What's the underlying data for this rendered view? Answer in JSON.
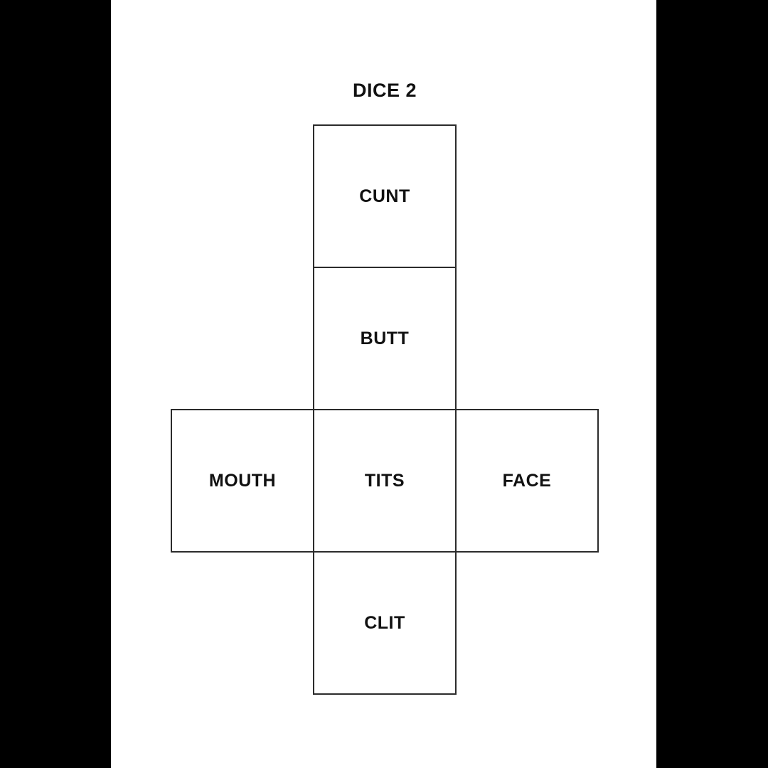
{
  "title": "DICE 2",
  "net": {
    "faces": [
      {
        "id": "cunt",
        "label": "CUNT"
      },
      {
        "id": "butt",
        "label": "BUTT"
      },
      {
        "id": "mouth",
        "label": "MOUTH"
      },
      {
        "id": "tits",
        "label": "TITS"
      },
      {
        "id": "face",
        "label": "FACE"
      },
      {
        "id": "clit",
        "label": "CLIT"
      }
    ]
  },
  "colors": {
    "background": "#ffffff",
    "pillar_bar": "#000000",
    "cell_border": "#2b2b2b",
    "text": "#111111"
  }
}
